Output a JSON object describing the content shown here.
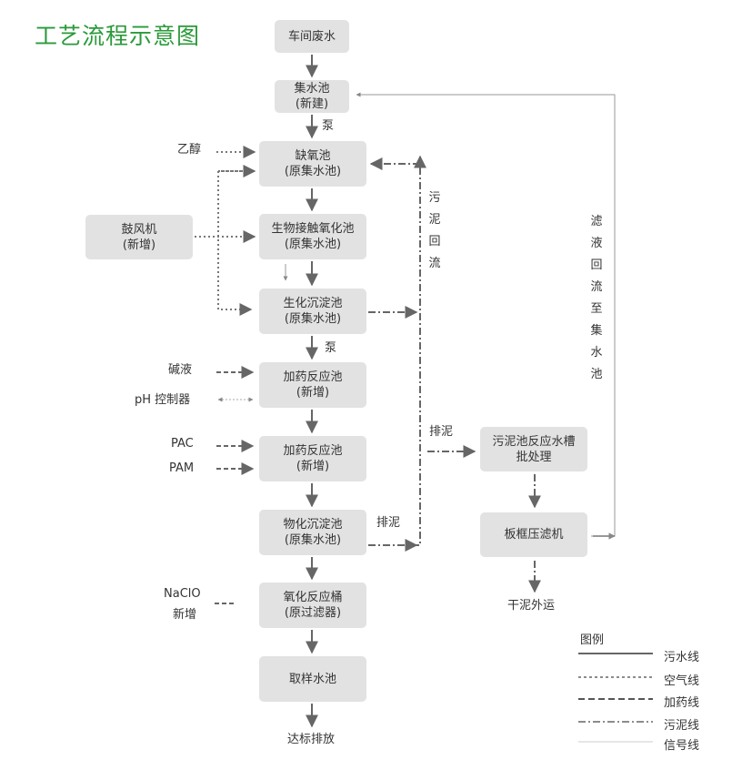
{
  "title": "工艺流程示意图",
  "boxes": {
    "wastewater": "车间废水",
    "collect_1": "集水池",
    "collect_2": "(新建)",
    "anoxic_1": "缺氧池",
    "anoxic_2": "(原集水池)",
    "biocontact_1": "生物接触氧化池",
    "biocontact_2": "(原集水池)",
    "biosettle_1": "生化沉淀池",
    "biosettle_2": "(原集水池)",
    "dosing1_1": "加药反应池",
    "dosing1_2": "(新增)",
    "dosing2_1": "加药反应池",
    "dosing2_2": "(新增)",
    "physettle_1": "物化沉淀池",
    "physettle_2": "(原集水池)",
    "oxidation_1": "氧化反应桶",
    "oxidation_2": "(原过滤器)",
    "sampling": "取样水池",
    "blower_1": "鼓风机",
    "blower_2": "(新增)",
    "sludge_tank_1": "污泥池反应水槽",
    "sludge_tank_2": "批处理",
    "filter_press": "板框压滤机"
  },
  "labels": {
    "pump1": "泵",
    "pump2": "泵",
    "ethanol": "乙醇",
    "alkali": "碱液",
    "ph": "pH 控制器",
    "pac": "PAC",
    "pam": "PAM",
    "naclo": "NaClO",
    "naclo_new": "新增",
    "discharge": "达标排放",
    "sludge_out1": "排泥",
    "sludge_out2": "排泥",
    "dry_sludge": "干泥外运"
  },
  "vertical_labels": {
    "sludge_return": [
      "污",
      "泥",
      "回",
      "流"
    ],
    "filtrate_return": [
      "滤",
      "液",
      "回",
      "流",
      "至",
      "集",
      "水",
      "池"
    ]
  },
  "legend": {
    "title": "图例",
    "items": [
      "污水线",
      "空气线",
      "加药线",
      "污泥线",
      "信号线"
    ]
  },
  "colors": {
    "title": "#2a9a3a",
    "box": "#e2e2e2",
    "line": "#666666"
  }
}
